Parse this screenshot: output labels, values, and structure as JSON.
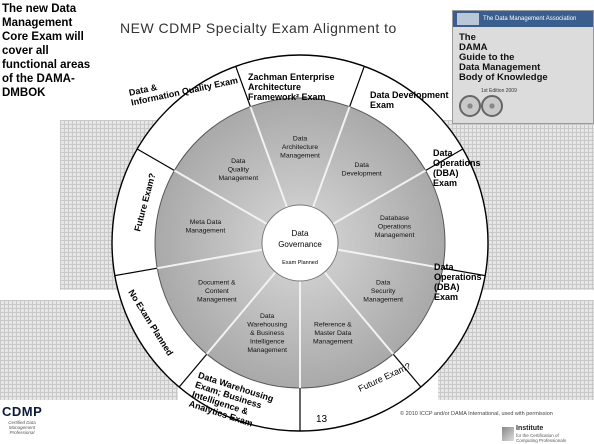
{
  "intro_text": "The new Data\nManagement\nCore Exam will\ncover all\nfunctional areas\nof the DAMA-\nDMBOK",
  "slide_title": "NEW CDMP Specialty Exam Alignment to",
  "book": {
    "header": "The Data Management Association",
    "title": "The\nDAMA\nGuide to the\nData Management\nBody of Knowledge",
    "edition": "1st Edition 2009"
  },
  "center": {
    "line1": "Data",
    "line2": "Governance",
    "note": "Exam Planned"
  },
  "segments": [
    {
      "lines": [
        "Data",
        "Architecture",
        "Management"
      ]
    },
    {
      "lines": [
        "Data",
        "Development"
      ]
    },
    {
      "lines": [
        "Database",
        "Operations",
        "Management"
      ]
    },
    {
      "lines": [
        "Data",
        "Security",
        "Management"
      ]
    },
    {
      "lines": [
        "Reference &",
        "Master Data",
        "Management"
      ]
    },
    {
      "lines": [
        "Data",
        "Warehousing",
        "& Business",
        "Intelligence",
        "Management"
      ]
    },
    {
      "lines": [
        "Document &",
        "Content",
        "Management"
      ]
    },
    {
      "lines": [
        "Meta Data",
        "Management"
      ]
    },
    {
      "lines": [
        "Data",
        "Quality",
        "Management"
      ]
    }
  ],
  "exams": {
    "zachman": "Zachman Enterprise\nArchitecture\nFramework² Exam",
    "data_development": "Data Development\nExam",
    "dba_upper": "Data\nOperations\n(DBA)\nExam",
    "dba_lower": "Data\nOperations\n(DBA)\nExam",
    "future_bottom_right": "Future Exam?",
    "dw_bi": "Data Warehousing\nExam; Business\nIntelligence &\nAnalytics Exam",
    "no_exam": "No Exam Planned",
    "future_left": "Future Exam?",
    "dq": "Data &\nInformation Quality Exam"
  },
  "page_number": "13",
  "copyright": "© 2010 ICCP and/or DAMA International, used with permission",
  "cdmp_logo": {
    "word": "CDMP",
    "sub": "Certified Data\nManagement\nProfessional"
  },
  "icpp_logo": {
    "word": "Institute",
    "sub": "for the Certification of\nComputing Professionals"
  }
}
